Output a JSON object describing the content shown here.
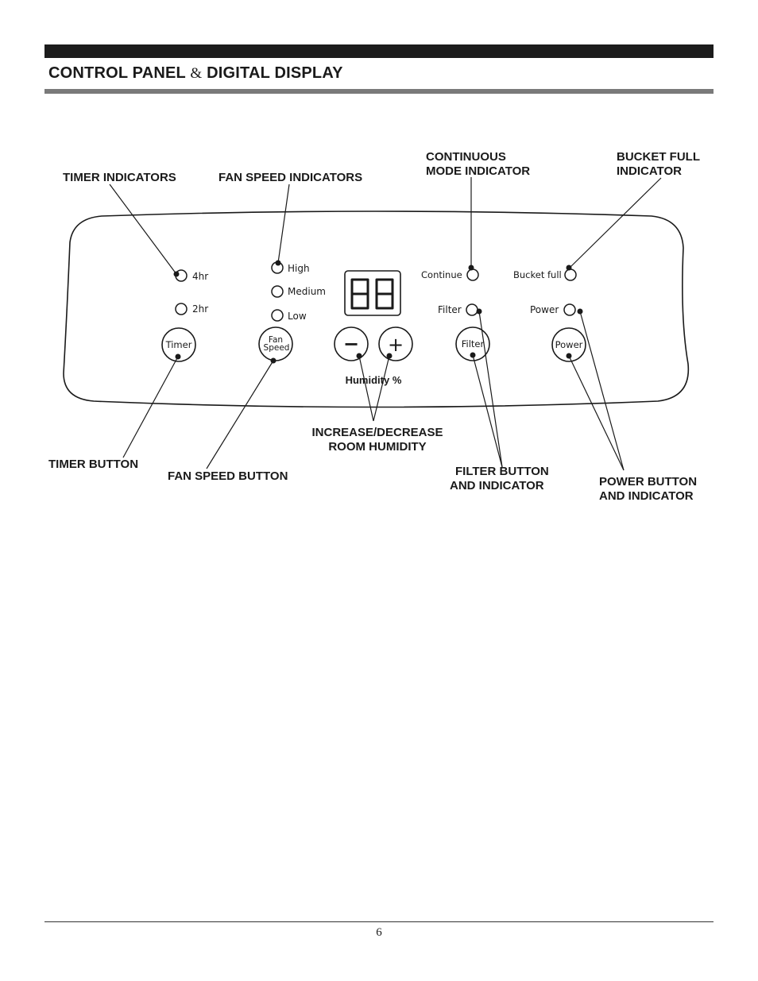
{
  "header": {
    "title_part1": "CONTROL PANEL",
    "title_amp": "&",
    "title_part2": "DIGITAL DISPLAY"
  },
  "callouts": {
    "timer_indicators": "TIMER INDICATORS",
    "fan_speed_indicators": "FAN SPEED INDICATORS",
    "continuous_line1": "CONTINUOUS",
    "continuous_line2": "MODE INDICATOR",
    "bucket_line1": "BUCKET FULL",
    "bucket_line2": "INDICATOR",
    "timer_button": "TIMER BUTTON",
    "fan_speed_button": "FAN SPEED BUTTON",
    "humidity_line1": "INCREASE/DECREASE",
    "humidity_line2": "ROOM HUMIDITY",
    "filter_line1": "FILTER BUTTON",
    "filter_line2": "AND INDICATOR",
    "power_line1": "POWER BUTTON",
    "power_line2": "AND INDICATOR"
  },
  "panel": {
    "indicator_4hr": "4hr",
    "indicator_2hr": "2hr",
    "fan_high": "High",
    "fan_medium": "Medium",
    "fan_low": "Low",
    "continue": "Continue",
    "bucket_full": "Bucket full",
    "filter": "Filter",
    "power": "Power",
    "timer_button": "Timer",
    "fan_button_line1": "Fan",
    "fan_button_line2": "Speed",
    "filter_button": "Filter",
    "power_button": "Power",
    "minus_symbol": "−",
    "plus_symbol": "+",
    "humidity": "Humidity %",
    "display_value": "88"
  },
  "footer": {
    "page_number": "6"
  }
}
